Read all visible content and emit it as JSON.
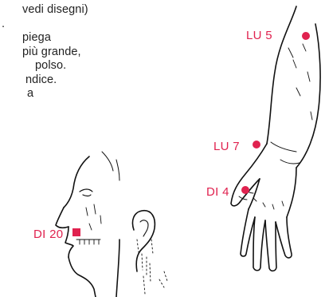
{
  "instructions": {
    "lines": [
      "vedi disegni)",
      ".",
      "piega",
      "più grande,",
      "polso.",
      "ndice.",
      "a"
    ]
  },
  "points": {
    "lu5": {
      "label": "LU 5"
    },
    "lu7": {
      "label": "LU 7"
    },
    "di4": {
      "label": "DI 4"
    },
    "di20": {
      "label": "DI 20"
    }
  },
  "colors": {
    "accent": "#e0224f",
    "ink": "#222222"
  }
}
